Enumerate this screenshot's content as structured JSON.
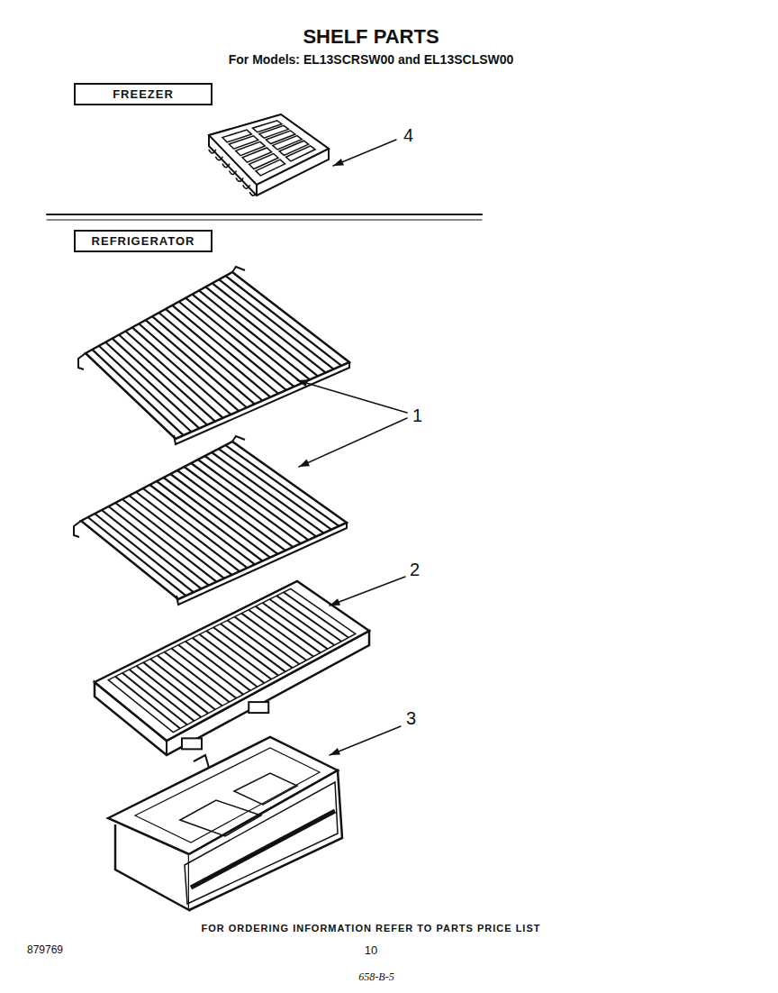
{
  "diagram": {
    "title": "SHELF PARTS",
    "nodes": [
      {
        "text": [
          "FREEZER"
        ]
      },
      {
        "text": [
          "REFRIGERATOR"
        ]
      }
    ],
    "labels": [
      "For Models: EL13SCRSW00 and EL13SCLSW00",
      "4",
      "1",
      "2",
      "3",
      "FOR ORDERING INFORMATION REFER TO PARTS PRICE LIST",
      "879769",
      "10",
      "658-B-5"
    ]
  }
}
